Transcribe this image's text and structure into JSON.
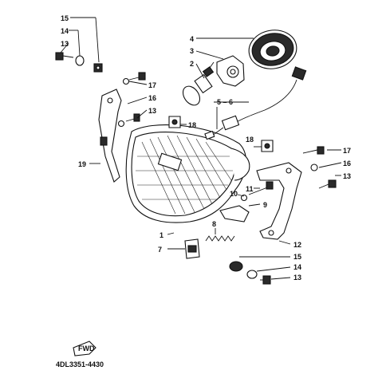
{
  "diagram": {
    "callouts": {
      "c15_top": "15",
      "c14_top": "14",
      "c13_top": "13",
      "c4": "4",
      "c3": "3",
      "c2": "2",
      "c17_left": "17",
      "c16_left": "16",
      "c13_left": "13",
      "c5_6": "5 – 6",
      "c18_left": "18",
      "c18_right": "18",
      "c19": "19",
      "c17_right": "17",
      "c16_right": "16",
      "c13_right": "13",
      "c11": "11",
      "c10": "10",
      "c9": "9",
      "c8": "8",
      "c1": "1",
      "c7": "7",
      "c12": "12",
      "c15_bottom": "15",
      "c14_bottom": "14",
      "c13_bottom": "13"
    },
    "fwd_label": "FWD",
    "drawing_code": "4DL3351-4430"
  },
  "colors": {
    "ink": "#111111",
    "paper": "#ffffff"
  }
}
